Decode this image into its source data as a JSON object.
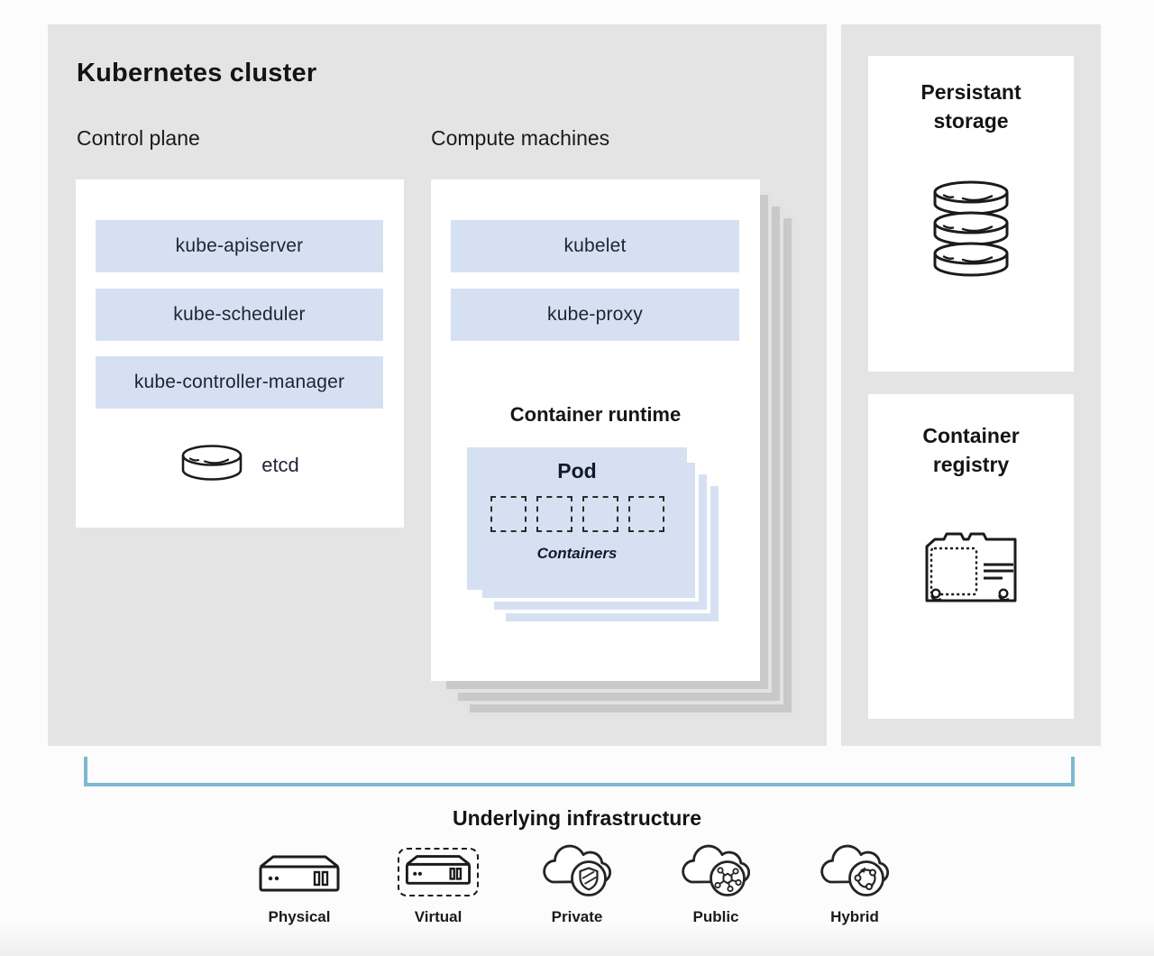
{
  "cluster": {
    "title": "Kubernetes cluster",
    "control_plane": {
      "heading": "Control plane",
      "components": [
        "kube-apiserver",
        "kube-scheduler",
        "kube-controller-manager"
      ],
      "datastore_label": "etcd"
    },
    "compute": {
      "heading": "Compute machines",
      "components": [
        "kubelet",
        "kube-proxy"
      ],
      "runtime_heading": "Container runtime",
      "pod": {
        "title": "Pod",
        "containers_label": "Containers",
        "container_count": 4
      },
      "stacked_machine_layers": 3
    }
  },
  "side_panel": {
    "storage_title": "Persistant storage",
    "registry_title": "Container registry",
    "storage_icon": "database-icon",
    "registry_icon": "registry-card-file-icon"
  },
  "infrastructure": {
    "heading": "Underlying infrastructure",
    "options": [
      {
        "label": "Physical",
        "icon": "physical-server-icon"
      },
      {
        "label": "Virtual",
        "icon": "virtual-server-icon"
      },
      {
        "label": "Private",
        "icon": "private-cloud-icon"
      },
      {
        "label": "Public",
        "icon": "public-cloud-icon"
      },
      {
        "label": "Hybrid",
        "icon": "hybrid-cloud-icon"
      }
    ]
  },
  "colors": {
    "panel_gray": "#e4e4e4",
    "card_white": "#ffffff",
    "component_blue": "#d5e1f2",
    "stack_sheet_gray": "#c9c9c9",
    "stack_gap_gray": "#e2e2e2",
    "bracket_teal": "#7cb9ce",
    "text_dark": "#161616",
    "bar_text": "#1d2433"
  }
}
